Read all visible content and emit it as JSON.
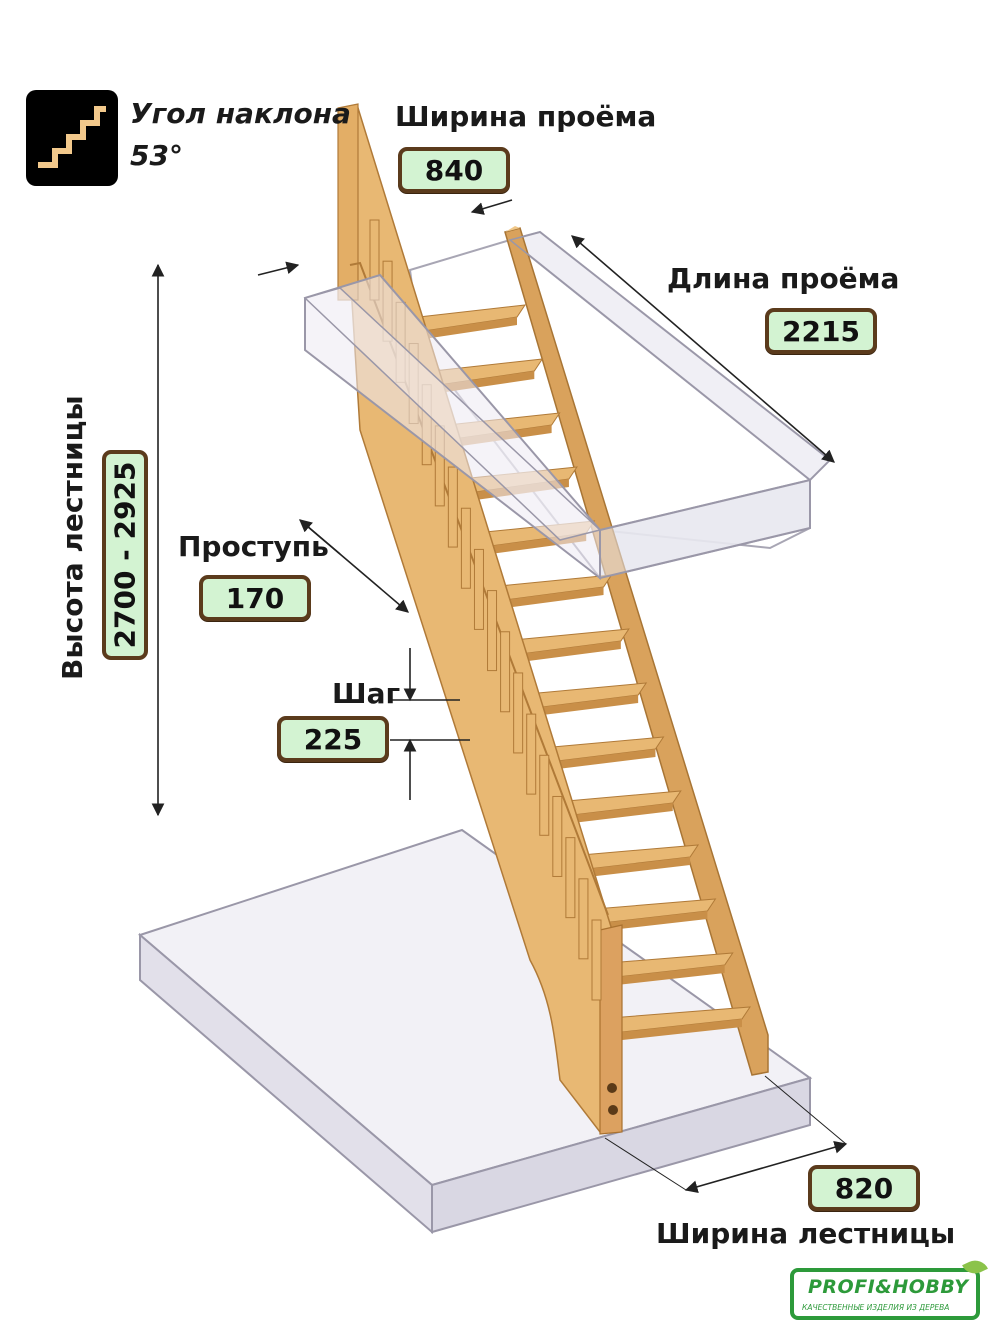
{
  "angle": {
    "title": "Угол наклона",
    "value": "53°"
  },
  "opening_width": {
    "label": "Ширина проёма",
    "value": "840"
  },
  "opening_length": {
    "label": "Длина проёма",
    "value": "2215"
  },
  "stair_height": {
    "label": "Высота лестницы",
    "value": "2700 - 2925"
  },
  "tread": {
    "label": "Проступь",
    "value": "170"
  },
  "step": {
    "label": "Шаг",
    "value": "225"
  },
  "stair_width": {
    "label": "Ширина лестницы",
    "value": "820"
  },
  "logo": {
    "brand": "PROFI&HOBBY",
    "tagline": "КАЧЕСТВЕННЫЕ ИЗДЕЛИЯ ИЗ ДЕРЕВА"
  },
  "colors": {
    "wood": "#e8b873",
    "wood_dark": "#c98f48",
    "value_box_fill": "#d3f3d2",
    "value_box_border": "#5b3b1c",
    "slab": "#eceaf3",
    "logo_green": "#2d9a3a"
  },
  "icons": [
    "stairs-icon",
    "leaf-icon"
  ]
}
